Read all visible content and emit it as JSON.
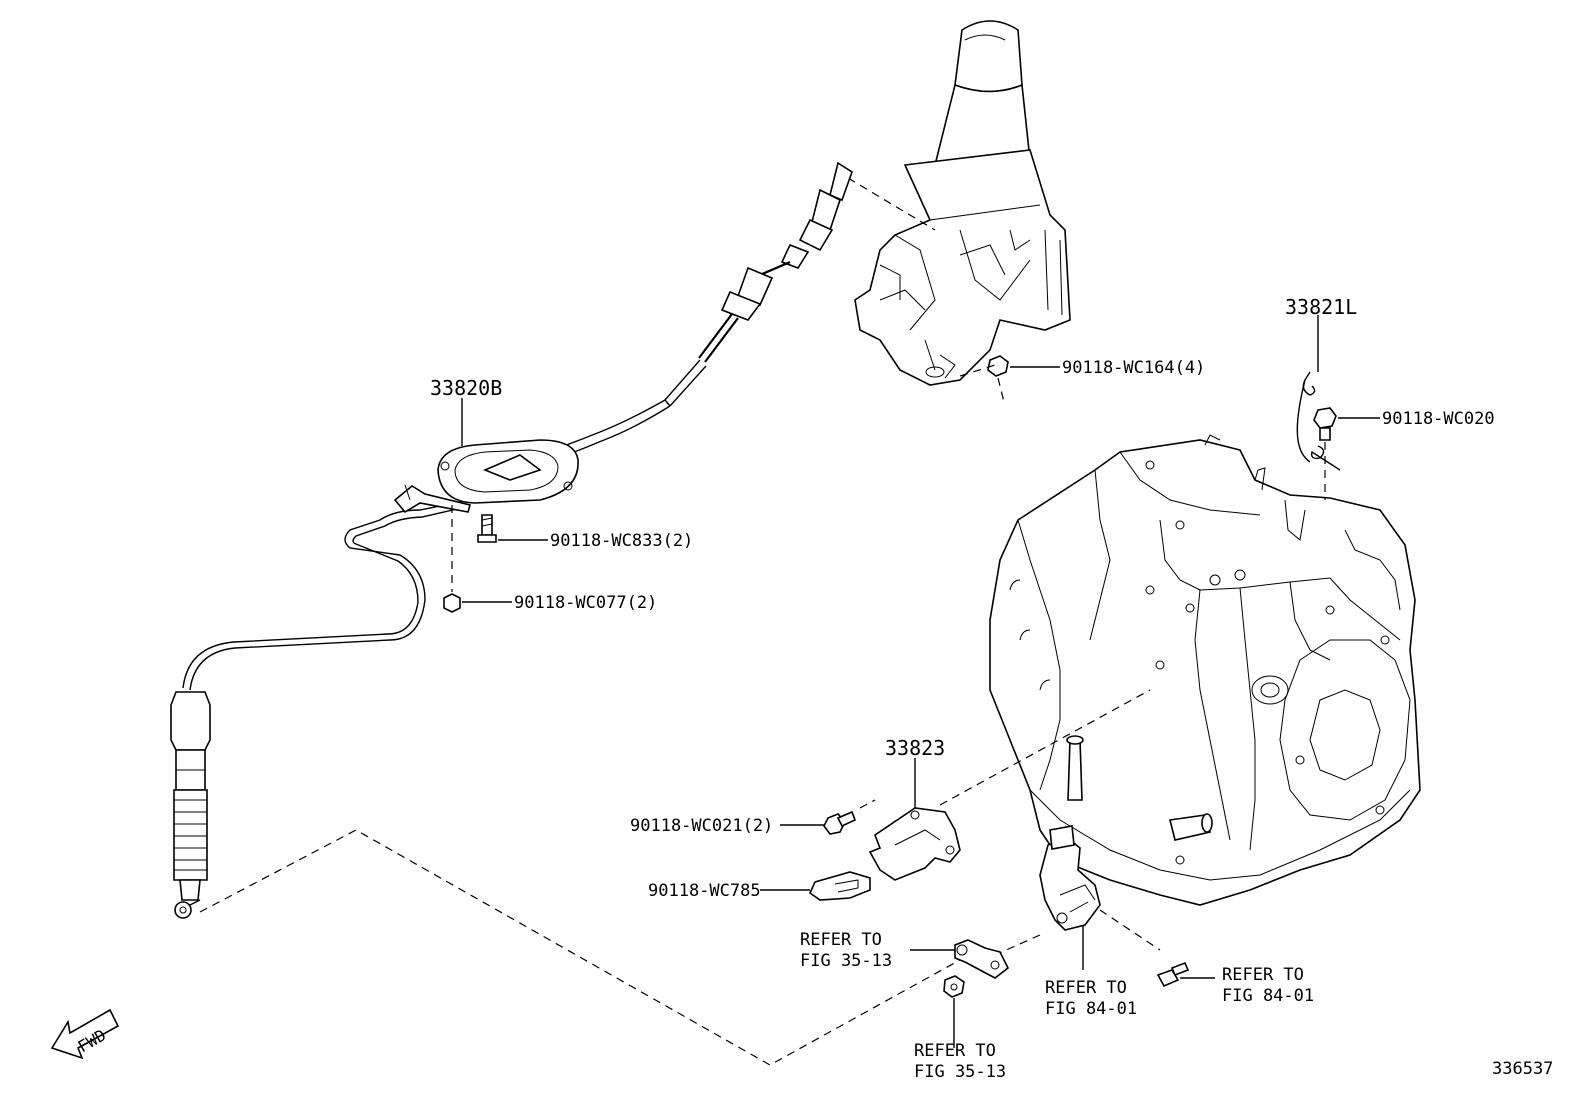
{
  "callouts": {
    "p33820b": "33820B",
    "p33821l": "33821L",
    "p33823": "33823",
    "wc164": "90118-WC164(4)",
    "wc020": "90118-WC020",
    "wc833": "90118-WC833(2)",
    "wc077": "90118-WC077(2)",
    "wc021": "90118-WC021(2)",
    "wc785": "90118-WC785"
  },
  "refers": {
    "fig3513_a": [
      "REFER TO",
      "FIG 35-13"
    ],
    "fig3513_b": [
      "REFER TO",
      "FIG 35-13"
    ],
    "fig8401_a": [
      "REFER TO",
      "FIG 84-01"
    ],
    "fig8401_b": [
      "REFER TO",
      "FIG 84-01"
    ]
  },
  "fwd_label": "FWD",
  "diagram_number": "336537"
}
